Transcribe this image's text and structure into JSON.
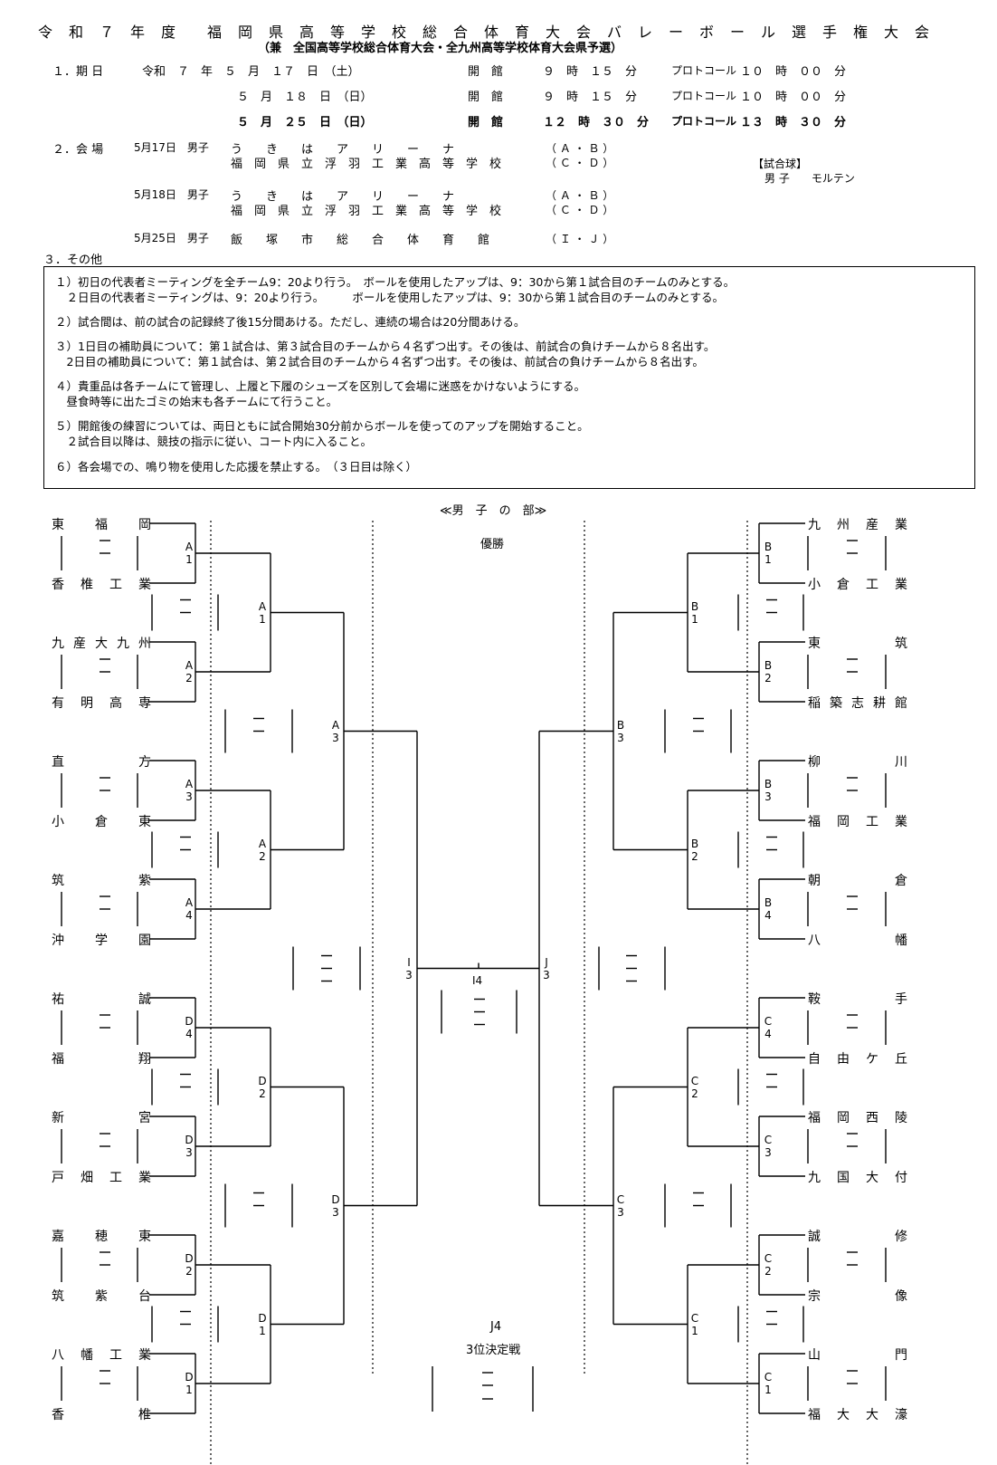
{
  "header": {
    "title": "令　和　７　年　度　　福　岡　県　高　等　学　校　総　合　体　育　大　会　バ　レ　ー　ボ　ー　ル　選　手　権　大　会",
    "subtitle": "（兼　全国高等学校総合体育大会・全九州高等学校体育大会県予選）"
  },
  "schedule": {
    "label": "１．期 日",
    "rows": [
      {
        "date": "令和　７　年　５　月　１７　日　（土）",
        "open_label": "開　館",
        "open_time": "９　時　１５　分",
        "protocol_label": "プロトコール",
        "protocol_time": "１０　時　００　分"
      },
      {
        "date": "５　月　１８　日　（日）",
        "open_label": "開　館",
        "open_time": "９　時　１５　分",
        "protocol_label": "プロトコール",
        "protocol_time": "１０　時　００　分"
      },
      {
        "date": "５　月　２５　日　（日）",
        "open_label": "開　館",
        "open_time": "１２　時　３０　分",
        "protocol_label": "プロトコール",
        "protocol_time": "１３　時　３０　分"
      }
    ]
  },
  "venue": {
    "label": "２．会 場",
    "rows": [
      {
        "day": "5月17日　男子",
        "name": "う　　き　　は　　ア　　リ　　ー　　ナ",
        "courts": "（ Ａ ・ Ｂ ）"
      },
      {
        "day": "",
        "name": "福　岡　県　立　浮　羽　工　業　高　等　学　校",
        "courts": "（ Ｃ ・ Ｄ ）"
      },
      {
        "day": "5月18日　男子",
        "name": "う　　き　　は　　ア　　リ　　ー　　ナ",
        "courts": "（ Ａ ・ Ｂ ）"
      },
      {
        "day": "",
        "name": "福　岡　県　立　浮　羽　工　業　高　等　学　校",
        "courts": "（ Ｃ ・ Ｄ ）"
      },
      {
        "day": "5月25日　男子",
        "name": "飯　　塚　　市　　総　　合　　体　　育　　館",
        "courts": "（ Ｉ ・ Ｊ ）"
      }
    ],
    "ball_label": "【試合球】",
    "ball_value": "男 子　　モルテン"
  },
  "other_label": "３．その他",
  "notes": [
    "１）初日の代表者ミーティングを全チーム9：20より行う。　ボールを使用したアップは、9：30から第１試合目のチームのみとする。",
    "　２日目の代表者ミーティングは、9：20より行う。　　　ボールを使用したアップは、9：30から第１試合目のチームのみとする。",
    "２）試合間は、前の試合の記録終了後15分間あける。ただし、連続の場合は20分間あける。",
    "３）1日目の補助員について：第１試合は、第３試合目のチームから４名ずつ出す。その後は、前試合の負けチームから８名出す。",
    "　2日目の補助員について：第１試合は、第２試合目のチームから４名ずつ出す。その後は、前試合の負けチームから８名出す。",
    "４）貴重品は各チームにて管理し、上履と下履のシューズを区別して会場に迷惑をかけないようにする。",
    "　昼食時等に出たゴミの始末も各チームにて行うこと。",
    "５）開館後の練習については、両日ともに試合開始30分前からボールを使ってのアップを開始すること。",
    "　２試合目以降は、競技の指示に従い、コート内に入ること。",
    "６）各会場での、鳴り物を使用した応援を禁止する。　（３日目は除く）"
  ],
  "bracket": {
    "section_title": "≪男　子　の　部≫",
    "champion_label": "優勝",
    "left_teams": [
      "東福岡",
      "香椎工業",
      "九産大九州",
      "有明高専",
      "直方",
      "小倉東",
      "筑紫",
      "沖学園",
      "祐誠",
      "福翔",
      "新宮",
      "戸畑工業",
      "嘉穂東",
      "筑紫台",
      "八幡工業",
      "香椎"
    ],
    "right_teams": [
      "九州産業",
      "小倉工業",
      "東筑",
      "稲築志耕館",
      "柳川",
      "福岡工業",
      "朝倉",
      "八幡",
      "鞍手",
      "自由ケ丘",
      "福岡西陵",
      "九国大付",
      "誠修",
      "宗像",
      "山門",
      "福大大濠"
    ],
    "left_r1": [
      "A1",
      "A2",
      "A3",
      "A4",
      "D4",
      "D3",
      "D2",
      "D1"
    ],
    "left_r2": [
      "A1",
      "A2",
      "D2",
      "D1"
    ],
    "left_r3": [
      "A3",
      "D3"
    ],
    "right_r1": [
      "B1",
      "B2",
      "B3",
      "B4",
      "C4",
      "C3",
      "C2",
      "C1"
    ],
    "right_r2": [
      "B1",
      "B2",
      "C2",
      "C1"
    ],
    "right_r3": [
      "B3",
      "C3"
    ],
    "semi_left": "I3",
    "semi_right": "J3",
    "final": "I4",
    "third_code": "J4",
    "third_label": "3位決定戦"
  }
}
